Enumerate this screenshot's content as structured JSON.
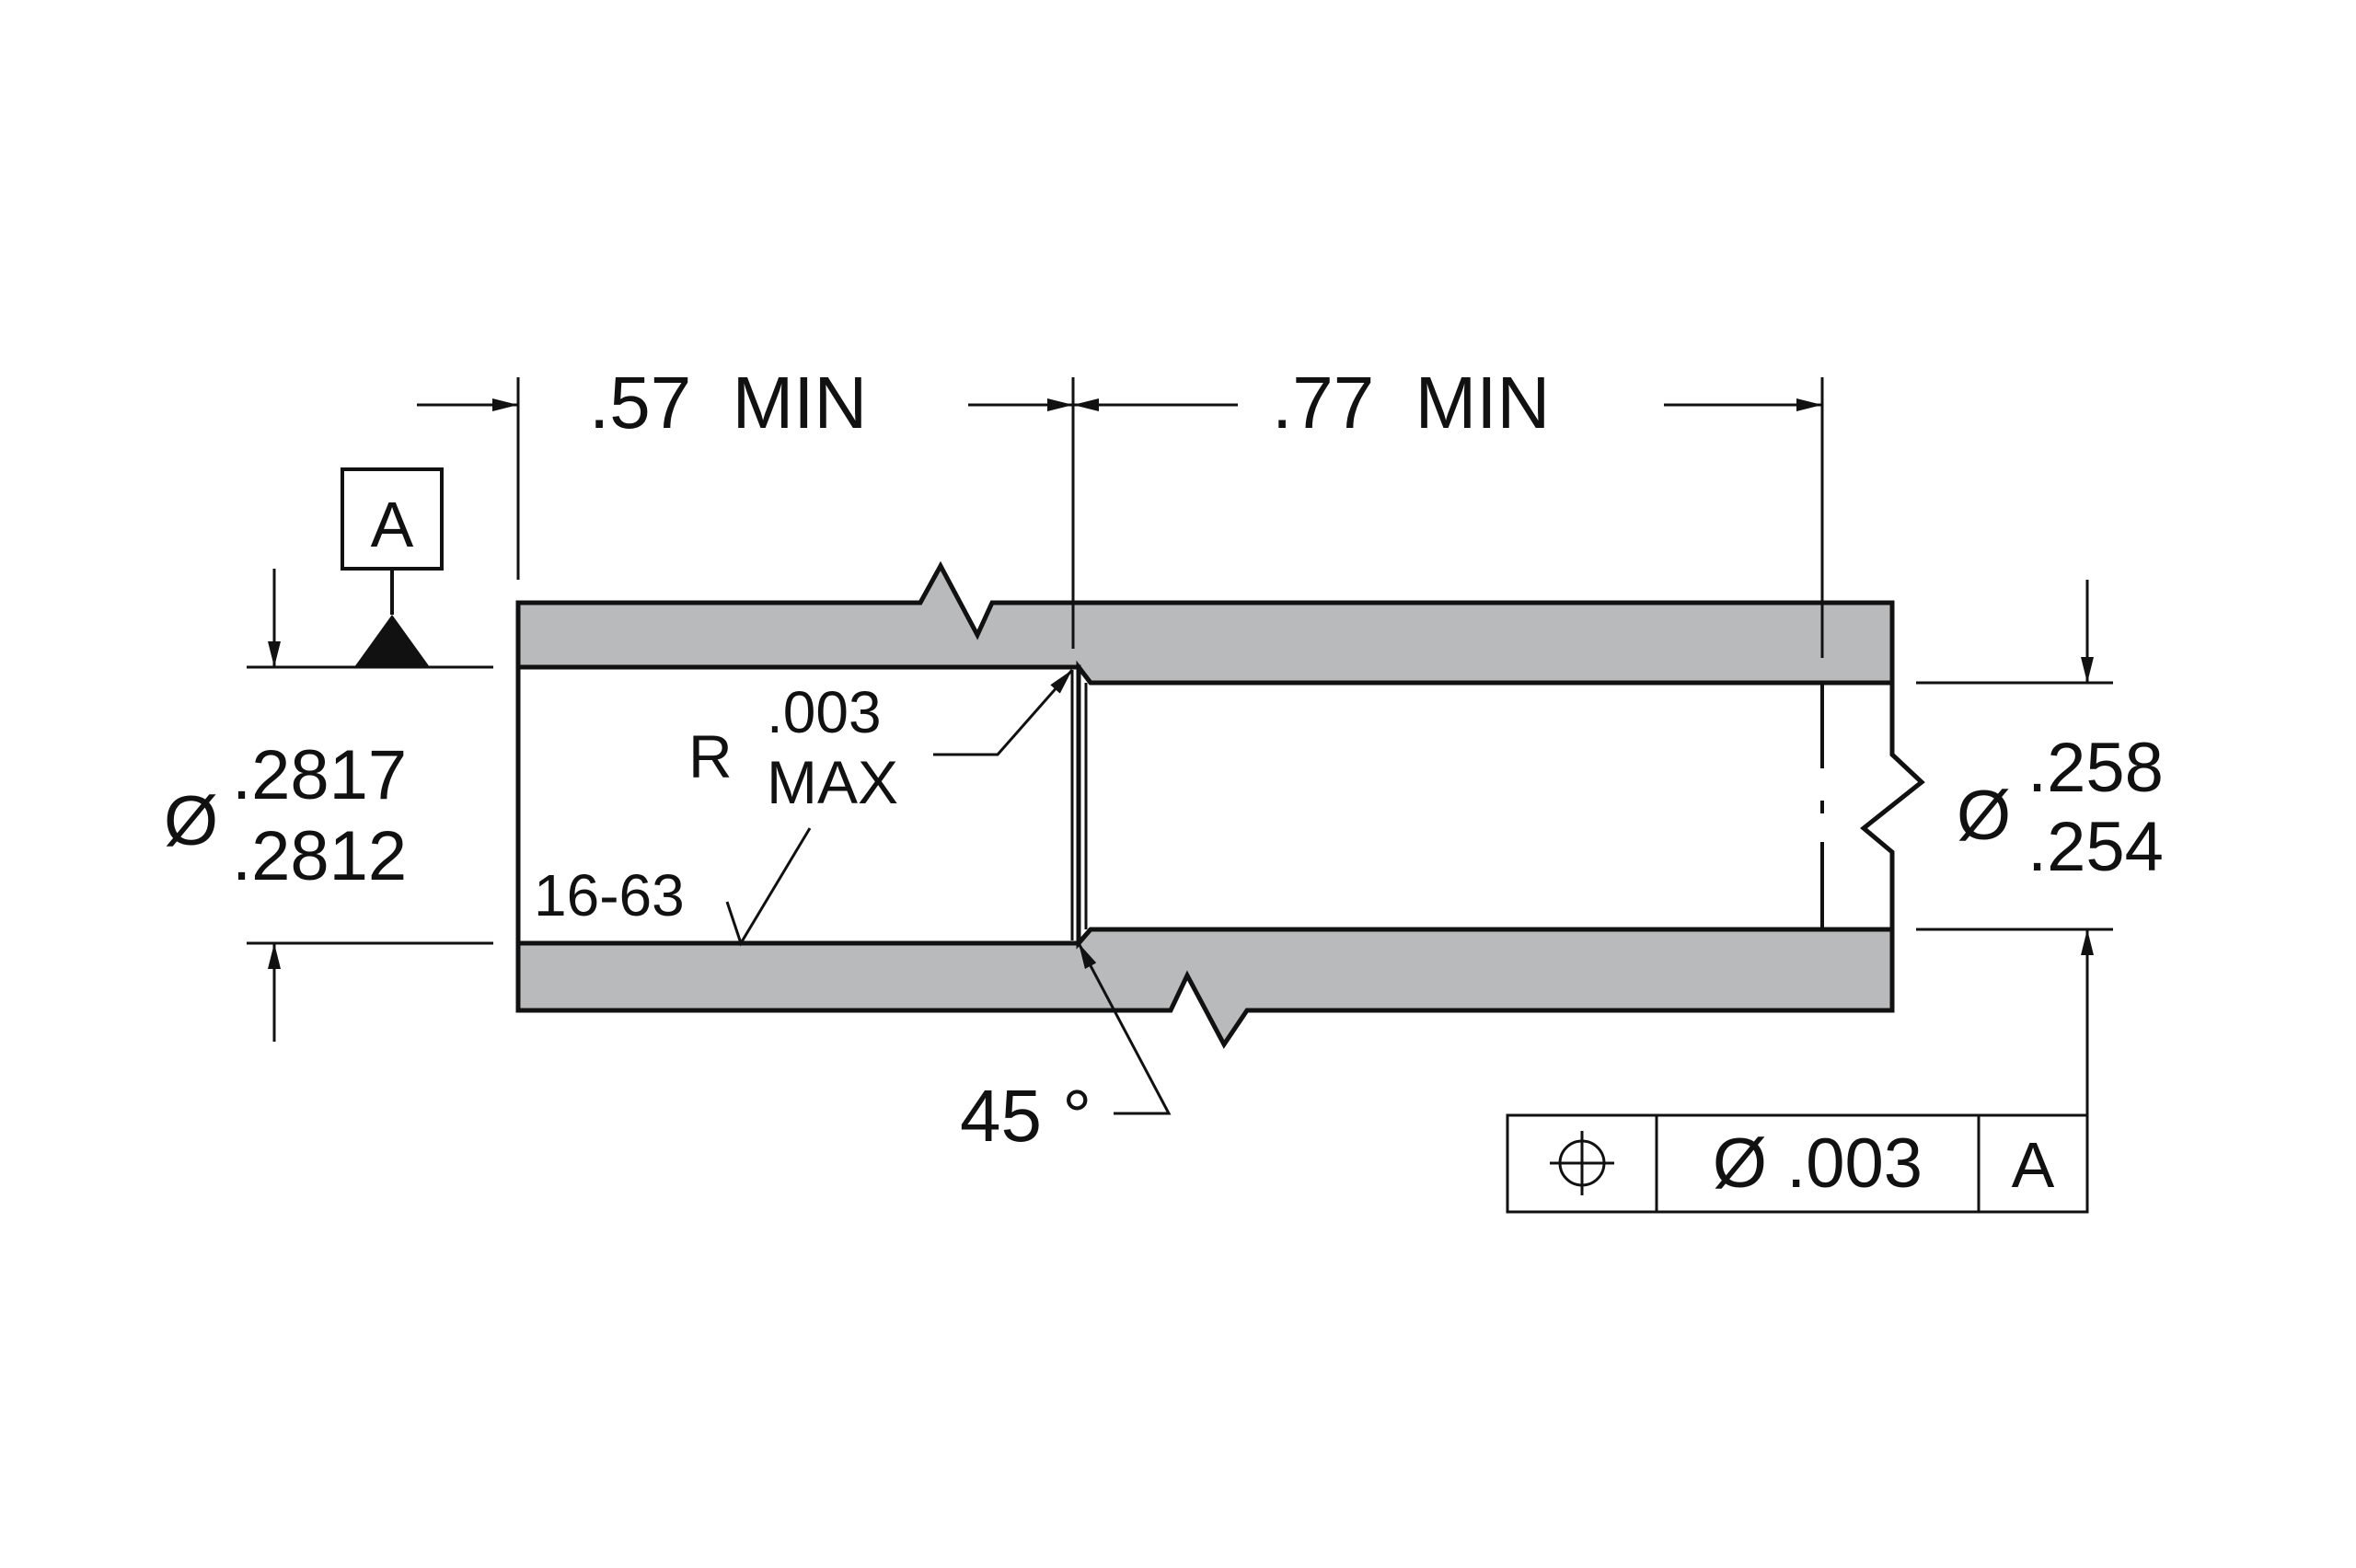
{
  "dimensions": {
    "left_length": ".57  MIN",
    "right_length": ".77  MIN",
    "bore_dia_symbol": "Ø",
    "bore_dia_upper": ".2817",
    "bore_dia_lower": ".2812",
    "small_dia_symbol": "Ø",
    "small_dia_upper": ".258",
    "small_dia_lower": ".254"
  },
  "annotations": {
    "radius_prefix": "R",
    "radius_value": ".003",
    "radius_max": "MAX",
    "surface_finish": "16-63",
    "chamfer_angle": "45 °"
  },
  "datum": {
    "label": "A"
  },
  "feature_control_frame": {
    "symbol": "position-icon",
    "tolerance": "Ø .003",
    "datum_ref": "A"
  },
  "colors": {
    "part_fill": "#b8babc",
    "line": "#111111",
    "background": "#ffffff"
  }
}
